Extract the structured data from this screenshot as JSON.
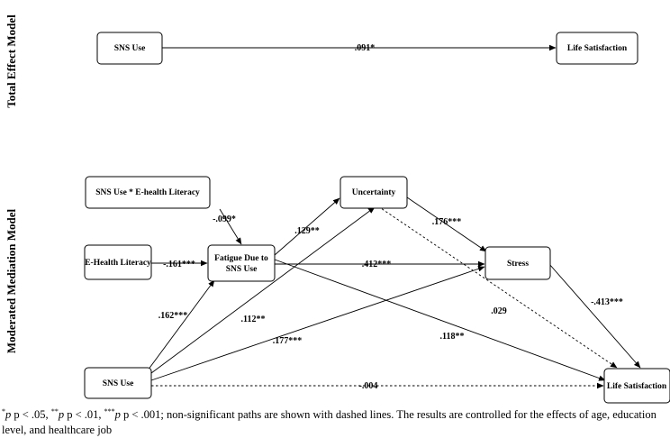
{
  "total_model": {
    "title": "Total Effect Model",
    "nodes": {
      "sns": "SNS Use",
      "ls": "Life Satisfaction"
    },
    "path": ".091*"
  },
  "mediation_model": {
    "title": "Moderated Mediation Model",
    "nodes": {
      "interaction": "SNS Use * E-health Literacy",
      "ehl": "E-Health Literacy",
      "fatigue_l1": "Fatigue Due to",
      "fatigue_l2": "SNS Use",
      "uncertainty": "Uncertainty",
      "stress": "Stress",
      "sns": "SNS Use",
      "ls": "Life Satisfaction"
    },
    "paths": {
      "interaction_to_fatigue": "-.099*",
      "ehl_to_fatigue": "-.161***",
      "sns_to_fatigue": ".162***",
      "fatigue_to_uncertainty": ".129**",
      "fatigue_to_stress": ".412***",
      "fatigue_to_ls": ".118**",
      "uncertainty_to_stress": ".176***",
      "uncertainty_to_ls": ".029",
      "stress_to_ls": "-.413***",
      "sns_to_uncertainty": ".112**",
      "sns_to_stress": ".177***",
      "sns_to_ls": "-.004"
    }
  },
  "note": {
    "s1": "*",
    "t1": " p < .05, ",
    "s2": "**",
    "t2": " p < .01, ",
    "s3": "***",
    "t3": " p < .001; non-significant paths are shown with dashed lines. The results are controlled for the effects of age, education level, and healthcare job"
  }
}
